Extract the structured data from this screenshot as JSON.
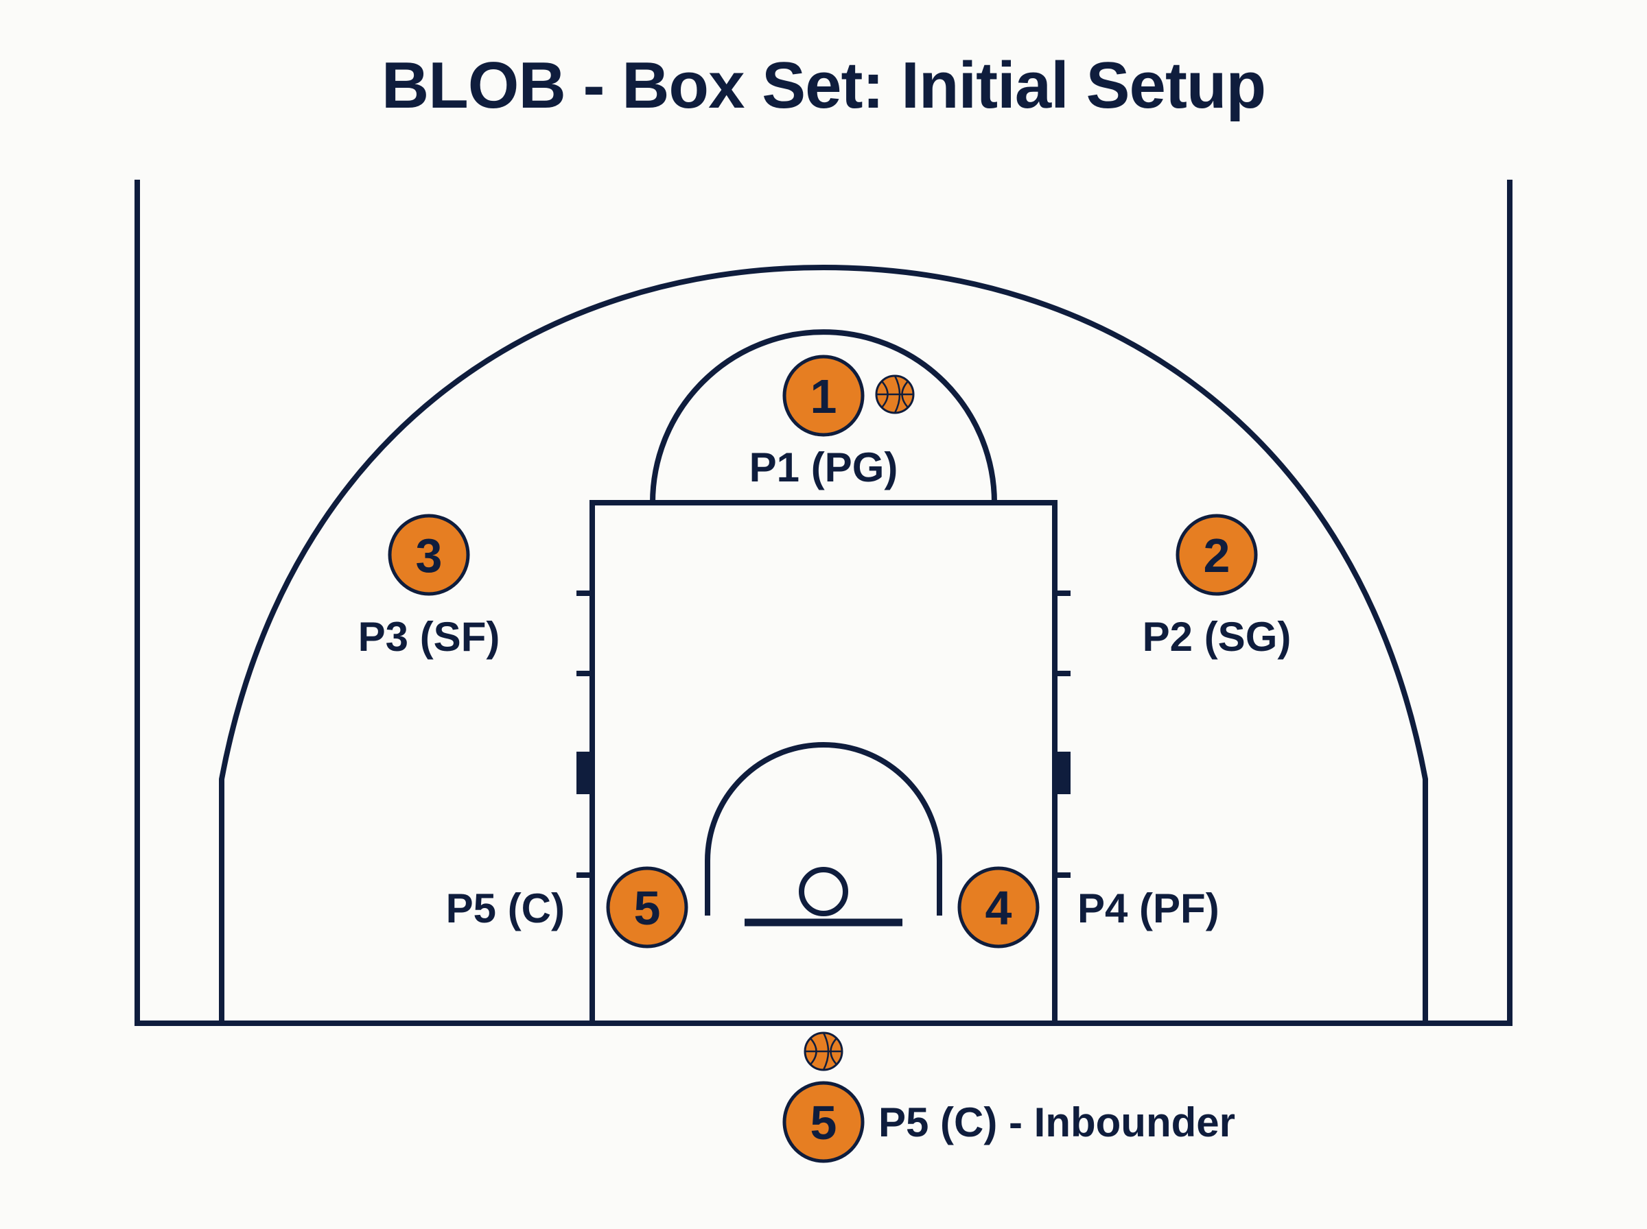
{
  "title": "BLOB - Box Set: Initial Setup",
  "colors": {
    "line": "#0f1d3d",
    "player_fill": "#e67e22",
    "ball_fill": "#e67e22",
    "background": "#fbfbf9"
  },
  "players": [
    {
      "id": "p1",
      "number": "1",
      "label": "P1 (PG)",
      "has_ball": true
    },
    {
      "id": "p2",
      "number": "2",
      "label": "P2 (SG)",
      "has_ball": false
    },
    {
      "id": "p3",
      "number": "3",
      "label": "P3 (SF)",
      "has_ball": false
    },
    {
      "id": "p4",
      "number": "4",
      "label": "P4 (PF)",
      "has_ball": false
    },
    {
      "id": "p5",
      "number": "5",
      "label": "P5 (C)",
      "has_ball": false
    },
    {
      "id": "inbounder",
      "number": "5",
      "label": "P5 (C) - Inbounder",
      "has_ball": true
    }
  ],
  "icons": {
    "ball": "basketball-icon"
  }
}
